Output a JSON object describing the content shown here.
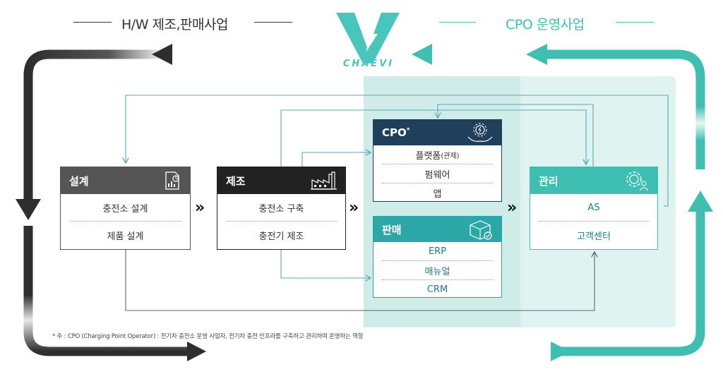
{
  "header": {
    "left_title": "H/W 제조,판매사업",
    "right_title": "CPO 운영사업",
    "logo_text": "CHAEVI"
  },
  "cards": {
    "design": {
      "title": "설계",
      "items": [
        "충전소 설계",
        "제품 설계"
      ]
    },
    "manufacture": {
      "title": "제조",
      "items": [
        "충전소 구축",
        "충전기 제조"
      ]
    },
    "cpo": {
      "title": "CPO",
      "title_sup": "*",
      "items": [
        "플랫폼",
        "펌웨어",
        "앱"
      ],
      "platform_suffix": "(관제)"
    },
    "sales": {
      "title": "판매",
      "items": [
        "ERP",
        "매뉴얼",
        "CRM"
      ]
    },
    "management": {
      "title": "관리",
      "items": [
        "AS",
        "고객센터"
      ]
    }
  },
  "chevrons": [
    "»",
    "»",
    "»"
  ],
  "footnote": "* 주 : CPO (Charging Point Operator) : 전기차 충전소 운영 사업자, 전기차 충전 인프라를 구축하고 관리하며 운영하는 역할",
  "colors": {
    "dark": "#2e2e2e",
    "teal": "#3fbfb2",
    "teal_dark": "#2aa7a6",
    "navy": "#1f3f5a",
    "light_teal_bg": "#dff3f1",
    "thin_line": "#5ba8b5"
  },
  "icons": [
    "document-chart-icon",
    "factory-icon",
    "hand-gear-icon",
    "box-check-icon",
    "gear-person-icon",
    "chaevi-logo-icon"
  ]
}
